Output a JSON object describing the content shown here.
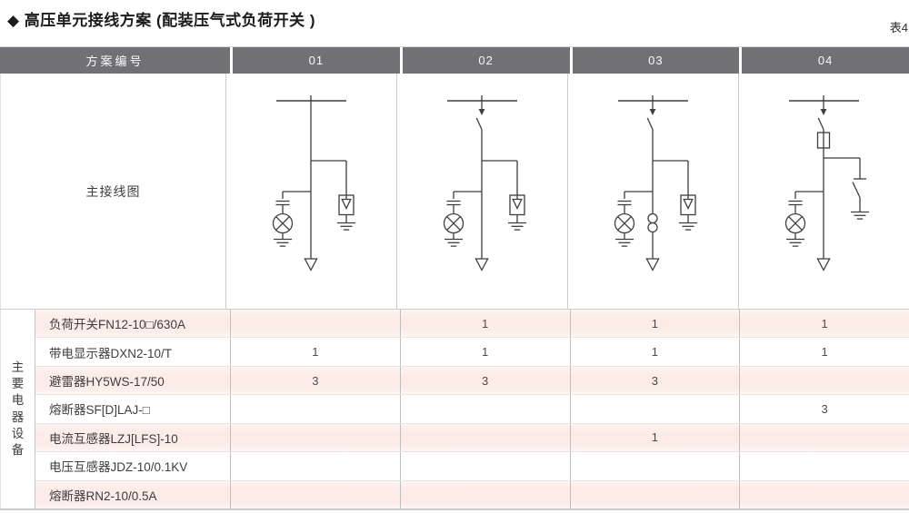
{
  "page": {
    "title": "◆ 高压单元接线方案 (配装压气式负荷开关 )",
    "table_ref": "表4"
  },
  "colors": {
    "header_bg": "#717074",
    "row_pink": "#fcebe6",
    "diagram_line": "#3d3d42",
    "grid_line": "#bfbfbf"
  },
  "table": {
    "header": {
      "scheme_label": "方案编号",
      "schemes": [
        "01",
        "02",
        "03",
        "04"
      ]
    },
    "diagram_label": "主接线图",
    "equipment_group_label": "主要电器设备",
    "equipment_rows": [
      {
        "name": "负荷开关FN12-10□/630A",
        "quantities": [
          "",
          "1",
          "1",
          "1"
        ]
      },
      {
        "name": "带电显示器DXN2-10/T",
        "quantities": [
          "1",
          "1",
          "1",
          "1"
        ]
      },
      {
        "name": "避雷器HY5WS-17/50",
        "quantities": [
          "3",
          "3",
          "3",
          ""
        ]
      },
      {
        "name": "熔断器SF[D]LAJ-□",
        "quantities": [
          "",
          "",
          "",
          "3"
        ]
      },
      {
        "name": "电流互感器LZJ[LFS]-10",
        "quantities": [
          "",
          "",
          "1",
          ""
        ]
      },
      {
        "name": "电压互感器JDZ-10/0.1KV",
        "quantities": [
          "",
          "",
          "",
          ""
        ]
      },
      {
        "name": "熔断器RN2-10/0.5A",
        "quantities": [
          "",
          "",
          "",
          ""
        ]
      }
    ],
    "diagrams": [
      {
        "scheme": "01",
        "features": {
          "load_switch": false,
          "fuse": false,
          "arrester": true,
          "current_transformer": false,
          "earthing_switch": false,
          "charged_display": true,
          "outgoing_feeder": true
        }
      },
      {
        "scheme": "02",
        "features": {
          "load_switch": true,
          "fuse": false,
          "arrester": true,
          "current_transformer": false,
          "earthing_switch": false,
          "charged_display": true,
          "outgoing_feeder": true
        }
      },
      {
        "scheme": "03",
        "features": {
          "load_switch": true,
          "fuse": false,
          "arrester": true,
          "current_transformer": true,
          "earthing_switch": false,
          "charged_display": true,
          "outgoing_feeder": true
        }
      },
      {
        "scheme": "04",
        "features": {
          "load_switch": true,
          "fuse": true,
          "arrester": false,
          "current_transformer": false,
          "earthing_switch": true,
          "charged_display": true,
          "outgoing_feeder": true
        }
      }
    ]
  }
}
